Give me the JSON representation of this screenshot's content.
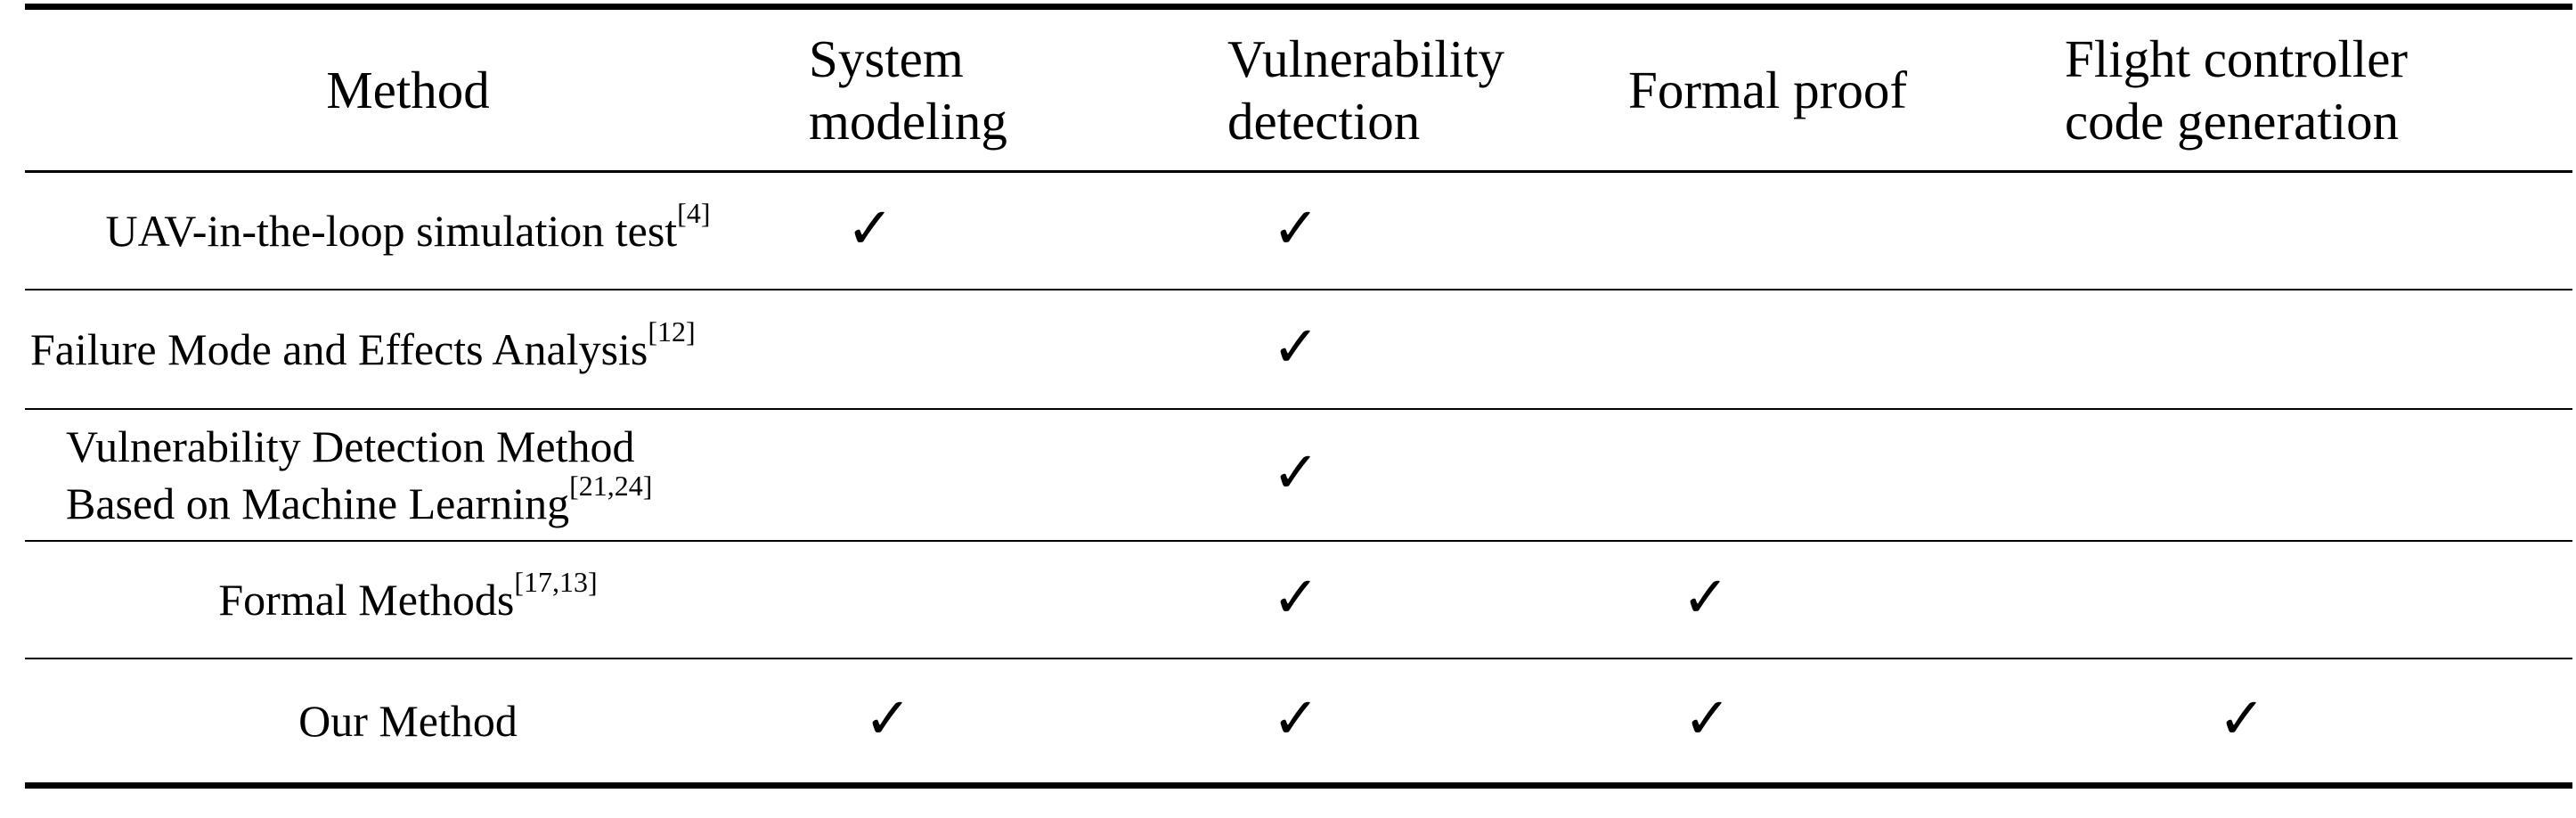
{
  "table": {
    "headers": {
      "method": "Method",
      "system_modeling": [
        "System",
        "modeling"
      ],
      "vulnerability_detection": [
        "Vulnerability",
        "detection"
      ],
      "formal_proof": "Formal proof",
      "code_generation": [
        "Flight controller",
        "code generation"
      ]
    },
    "check_glyph": "✓",
    "rows": [
      {
        "method": "UAV-in-the-loop simulation test",
        "ref": "[4]",
        "system_modeling": true,
        "vulnerability_detection": true,
        "formal_proof": false,
        "code_generation": false
      },
      {
        "method": "Failure Mode and Effects Analysis",
        "ref": "[12]",
        "system_modeling": false,
        "vulnerability_detection": true,
        "formal_proof": false,
        "code_generation": false
      },
      {
        "method_line1": "Vulnerability Detection Method",
        "method_line2": "Based on Machine Learning",
        "ref": "[21,24]",
        "system_modeling": false,
        "vulnerability_detection": true,
        "formal_proof": false,
        "code_generation": false
      },
      {
        "method": "Formal Methods",
        "ref": "[17,13]",
        "system_modeling": false,
        "vulnerability_detection": true,
        "formal_proof": true,
        "code_generation": false
      },
      {
        "method": "Our Method",
        "ref": "",
        "system_modeling": true,
        "vulnerability_detection": true,
        "formal_proof": true,
        "code_generation": true
      }
    ]
  }
}
